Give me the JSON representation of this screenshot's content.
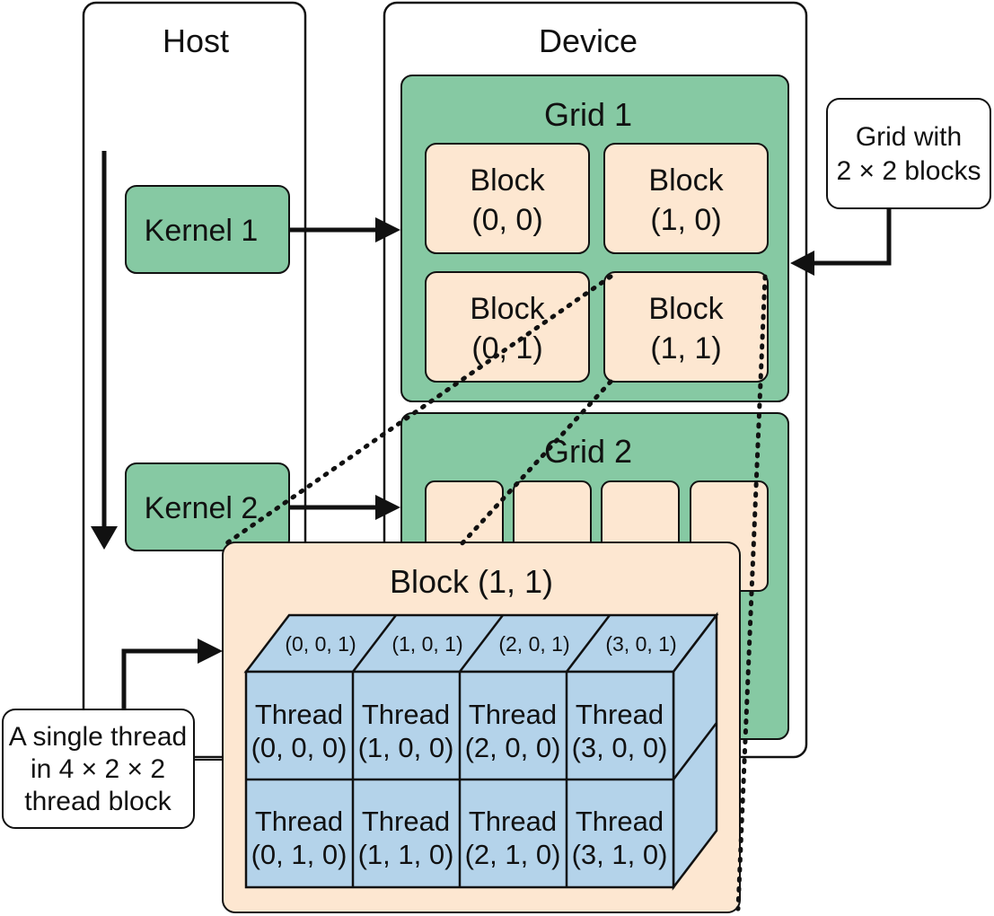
{
  "host": {
    "title": "Host"
  },
  "device": {
    "title": "Device"
  },
  "kernels": [
    {
      "label": "Kernel 1"
    },
    {
      "label": "Kernel 2"
    }
  ],
  "grid1": {
    "title": "Grid 1",
    "blocks": [
      {
        "line1": "Block",
        "line2": "(0, 0)"
      },
      {
        "line1": "Block",
        "line2": "(1, 0)"
      },
      {
        "line1": "Block",
        "line2": "(0, 1)"
      },
      {
        "line1": "Block",
        "line2": "(1, 1)"
      }
    ]
  },
  "grid2": {
    "title": "Grid 2"
  },
  "block_detail": {
    "title": "Block (1, 1)",
    "top_labels": [
      "(0, 0, 1)",
      "(1, 0, 1)",
      "(2, 0, 1)",
      "(3, 0, 1)"
    ],
    "threads": [
      {
        "line1": "Thread",
        "line2": "(0, 0, 0)"
      },
      {
        "line1": "Thread",
        "line2": "(1, 0, 0)"
      },
      {
        "line1": "Thread",
        "line2": "(2, 0, 0)"
      },
      {
        "line1": "Thread",
        "line2": "(3, 0, 0)"
      },
      {
        "line1": "Thread",
        "line2": "(0, 1, 0)"
      },
      {
        "line1": "Thread",
        "line2": "(1, 1, 0)"
      },
      {
        "line1": "Thread",
        "line2": "(2, 1, 0)"
      },
      {
        "line1": "Thread",
        "line2": "(3, 1, 0)"
      }
    ]
  },
  "callouts": {
    "grid": {
      "line1": "Grid with",
      "line2": "2 × 2 blocks"
    },
    "thread": {
      "line1": "A single thread",
      "line2": "in 4 × 2 × 2",
      "line3": "thread block"
    }
  },
  "colors": {
    "green": "#86c9a3",
    "peach": "#fde7d1",
    "blue": "#b4d3ea",
    "stroke": "#111111"
  }
}
